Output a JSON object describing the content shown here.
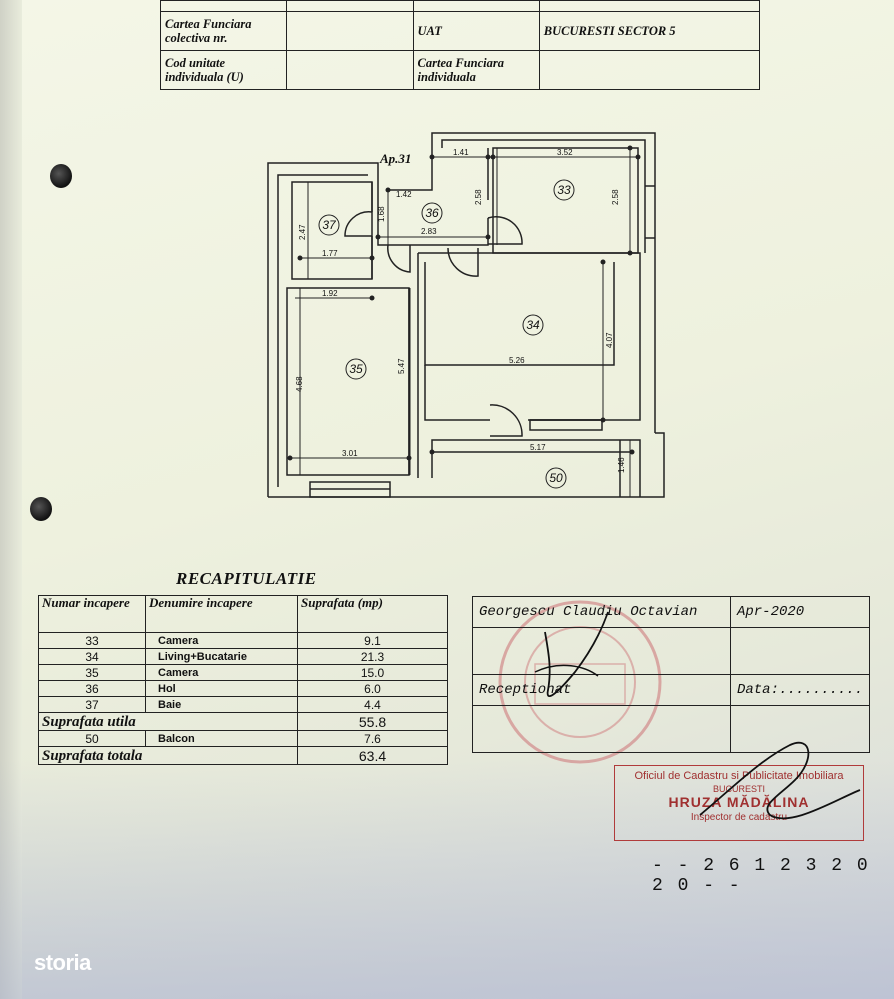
{
  "header": {
    "row1_label": "Cartea Funciara colectiva nr.",
    "row1_uat_label": "UAT",
    "row1_uat_value": "BUCURESTI SECTOR 5",
    "row2_label": "Cod unitate individuala (U)",
    "row2_cf_label": "Cartea Funciara individuala"
  },
  "plan": {
    "apartment": "Ap.31",
    "rooms": [
      "33",
      "34",
      "35",
      "36",
      "37",
      "50"
    ],
    "dimensions": {
      "d141": "1.41",
      "d352": "3.52",
      "d142": "1.42",
      "d258a": "2.58",
      "d258b": "2.58",
      "d168": "1.68",
      "d247": "2.47",
      "d283": "2.83",
      "d177": "1.77",
      "d192": "1.92",
      "d407": "4.07",
      "d526": "5.26",
      "d547": "5.47",
      "d468": "4.68",
      "d301": "3.01",
      "d517": "5.17",
      "d146": "1.46"
    }
  },
  "recap": {
    "title": "RECAPITULATIE",
    "col_numar": "Numar incapere",
    "col_denumire": "Denumire incapere",
    "col_suprafata": "Suprafata (mp)",
    "rows": [
      {
        "nr": "33",
        "name": "Camera",
        "area": "9.1"
      },
      {
        "nr": "34",
        "name": "Living+Bucatarie",
        "area": "21.3"
      },
      {
        "nr": "35",
        "name": "Camera",
        "area": "15.0"
      },
      {
        "nr": "36",
        "name": "Hol",
        "area": "6.0"
      },
      {
        "nr": "37",
        "name": "Baie",
        "area": "4.4"
      }
    ],
    "utila_label": "Suprafata utila",
    "utila_value": "55.8",
    "balcon": {
      "nr": "50",
      "name": "Balcon",
      "area": "7.6"
    },
    "totala_label": "Suprafata totala",
    "totala_value": "63.4"
  },
  "signature_table": {
    "name": "Georgescu Claudiu Octavian",
    "date": "Apr-2020",
    "receptionat": "Receptionat",
    "data_label": "Data:.........."
  },
  "stamp": {
    "line1": "Oficiul de Cadastru si Publicitate Imobiliara",
    "line2": "BUCURESTI",
    "line3": "HRUZA MĂDĂLINA",
    "line4": "Inspector de cadastru"
  },
  "date_code": "- - 2 6 1 2 3  2 0 2 0 - -",
  "logo": "storia",
  "colors": {
    "stamp_red": "#b03b3b",
    "ink": "#111111",
    "paper": "#f1f3e2"
  }
}
